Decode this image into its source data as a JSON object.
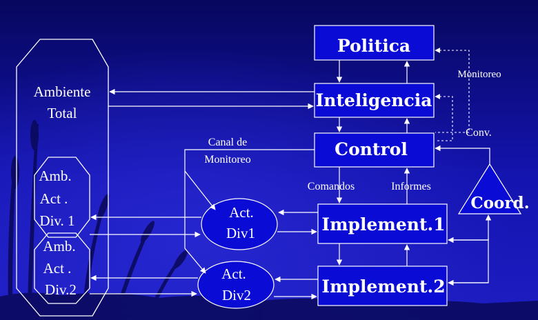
{
  "diagram": {
    "boxes": {
      "politica": "Politica",
      "inteligencia": "Inteligencia",
      "control": "Control",
      "implement1": "Implement.1",
      "implement2": "Implement.2"
    },
    "triangle": "Coord.",
    "ellipses": {
      "div1": [
        "Act.",
        "Div1"
      ],
      "div2": [
        "Act.",
        "Div2"
      ]
    },
    "environment": {
      "total": [
        "Ambiente",
        "Total"
      ],
      "div1": [
        "Amb.",
        "Act .",
        "Div. 1"
      ],
      "div2": [
        "Amb.",
        "Act .",
        "Div.2"
      ]
    },
    "labels": {
      "monitoreo": "Monitoreo",
      "conv": "Conv.",
      "canal": [
        "Canal de",
        "Monitoreo"
      ],
      "comandos": "Comandos",
      "informes": "Informes"
    },
    "colors": {
      "box_fill": "#0b0bd6",
      "background_top": "#0a0a8a",
      "background_mid": "#1a1ab4",
      "stroke": "#ffffff"
    }
  }
}
